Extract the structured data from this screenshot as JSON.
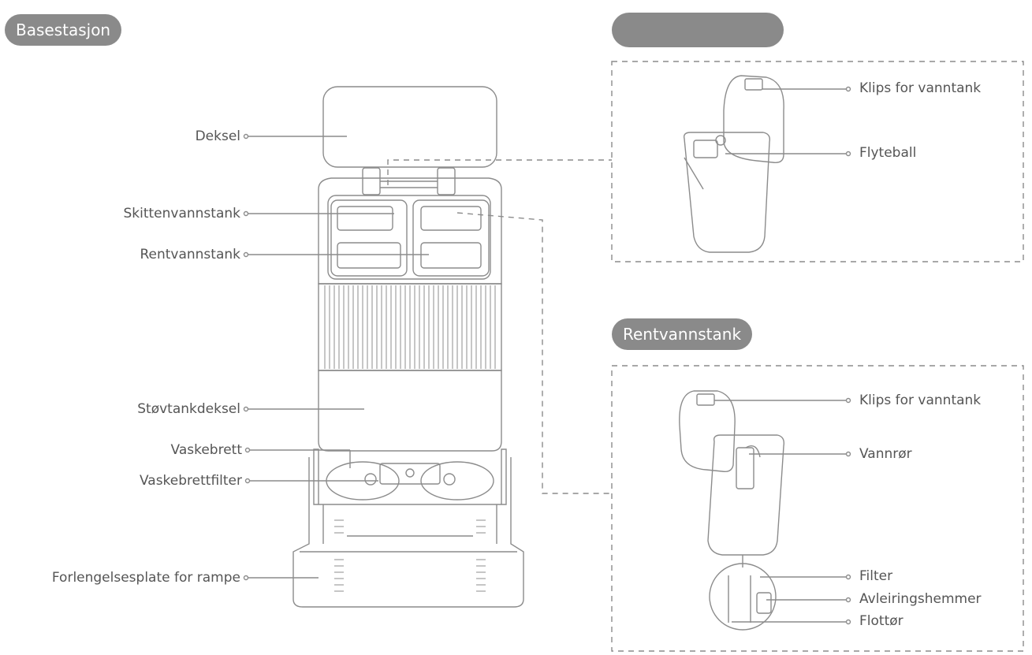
{
  "headers": {
    "base_station": "Basestasjon",
    "dirty_tank_header": "",
    "clean_tank_header": "Rentvannstank"
  },
  "base_labels": {
    "lid": "Deksel",
    "dirty_tank": "Skittenvannstank",
    "clean_tank": "Rentvannstank",
    "dust_cover": "Støvtankdeksel",
    "wash_board": "Vaskebrett",
    "wash_board_filter": "Vaskebrettfilter",
    "ramp_extension": "Forlengelsesplate for rampe"
  },
  "dirty_tank_labels": {
    "clip": "Klips for vanntank",
    "float_ball": "Flyteball"
  },
  "clean_tank_labels": {
    "clip": "Klips for vanntank",
    "water_pipe": "Vannrør",
    "filter": "Filter",
    "scale_inhibitor": "Avleiringshemmer",
    "float_pipe": "Flottør"
  },
  "colors": {
    "pill_bg": "#8a8a8a",
    "line": "#8c8c8c",
    "text": "#555555"
  }
}
